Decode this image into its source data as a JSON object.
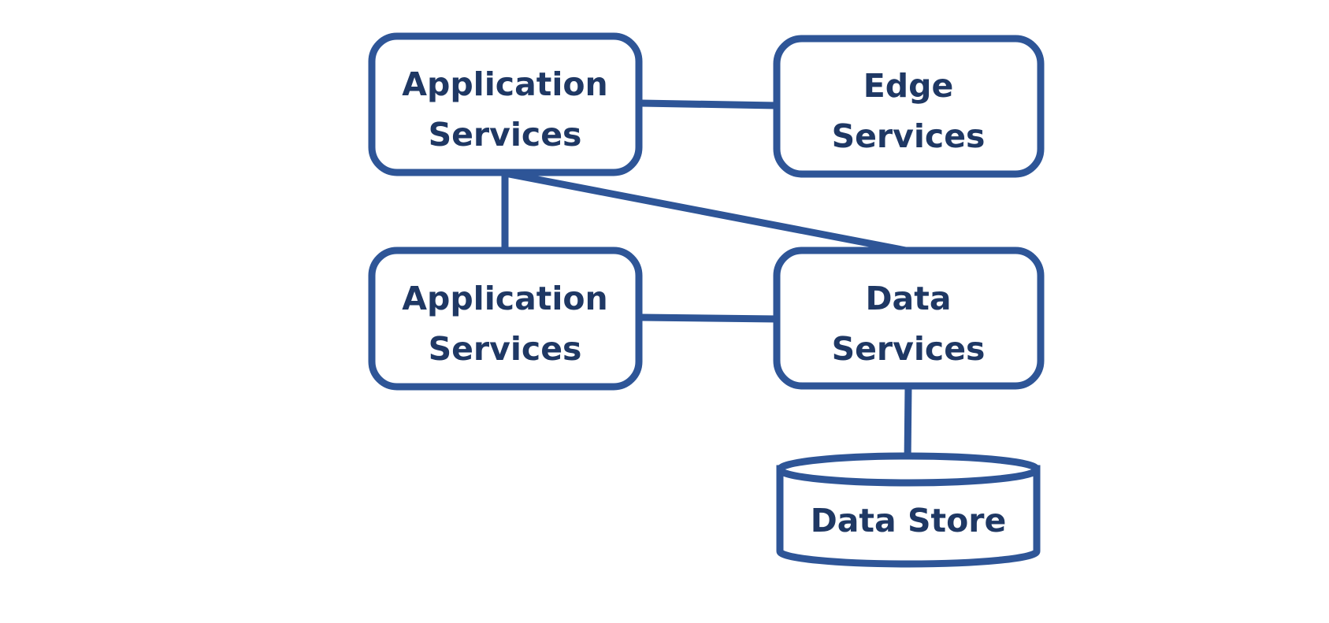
{
  "colors": {
    "stroke": "#2E5597",
    "text": "#1F3864",
    "background": "#ffffff"
  },
  "nodes": [
    {
      "id": "app1",
      "kind": "service-box",
      "lines": [
        "Application",
        "Services"
      ]
    },
    {
      "id": "edge",
      "kind": "service-box",
      "lines": [
        "Edge",
        "Services"
      ]
    },
    {
      "id": "app2",
      "kind": "service-box",
      "lines": [
        "Application",
        "Services"
      ]
    },
    {
      "id": "data",
      "kind": "service-box",
      "lines": [
        "Data",
        "Services"
      ]
    },
    {
      "id": "store",
      "kind": "cylinder",
      "lines": [
        "Data Store"
      ]
    }
  ],
  "edges": [
    {
      "from": "app1",
      "to": "edge"
    },
    {
      "from": "app1",
      "to": "app2"
    },
    {
      "from": "app1",
      "to": "data"
    },
    {
      "from": "app2",
      "to": "data"
    },
    {
      "from": "data",
      "to": "store"
    }
  ]
}
